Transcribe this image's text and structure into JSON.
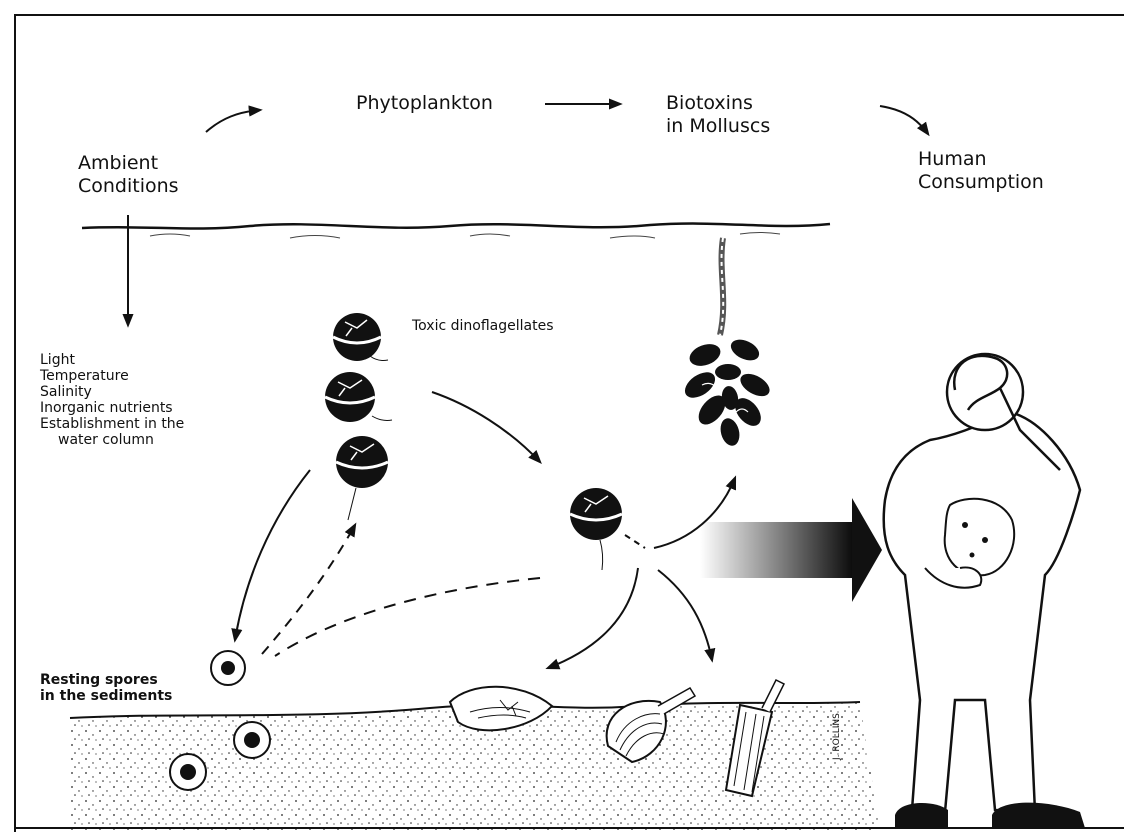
{
  "flow": {
    "ambient": [
      "Ambient",
      "Conditions"
    ],
    "phytoplankton": "Phytoplankton",
    "biotoxins": [
      "Biotoxins",
      "in Molluscs"
    ],
    "human": [
      "Human",
      "Consumption"
    ]
  },
  "factors": {
    "light": "Light",
    "temperature": "Temperature",
    "salinity": "Salinity",
    "nutrients": "Inorganic nutrients",
    "establishment": [
      "Establishment in the",
      "water column"
    ]
  },
  "dinoflagellates_label": "Toxic dinoflagellates",
  "spores_label": [
    "Resting spores",
    "in the sediments"
  ],
  "signature": "J. ROLLINS"
}
